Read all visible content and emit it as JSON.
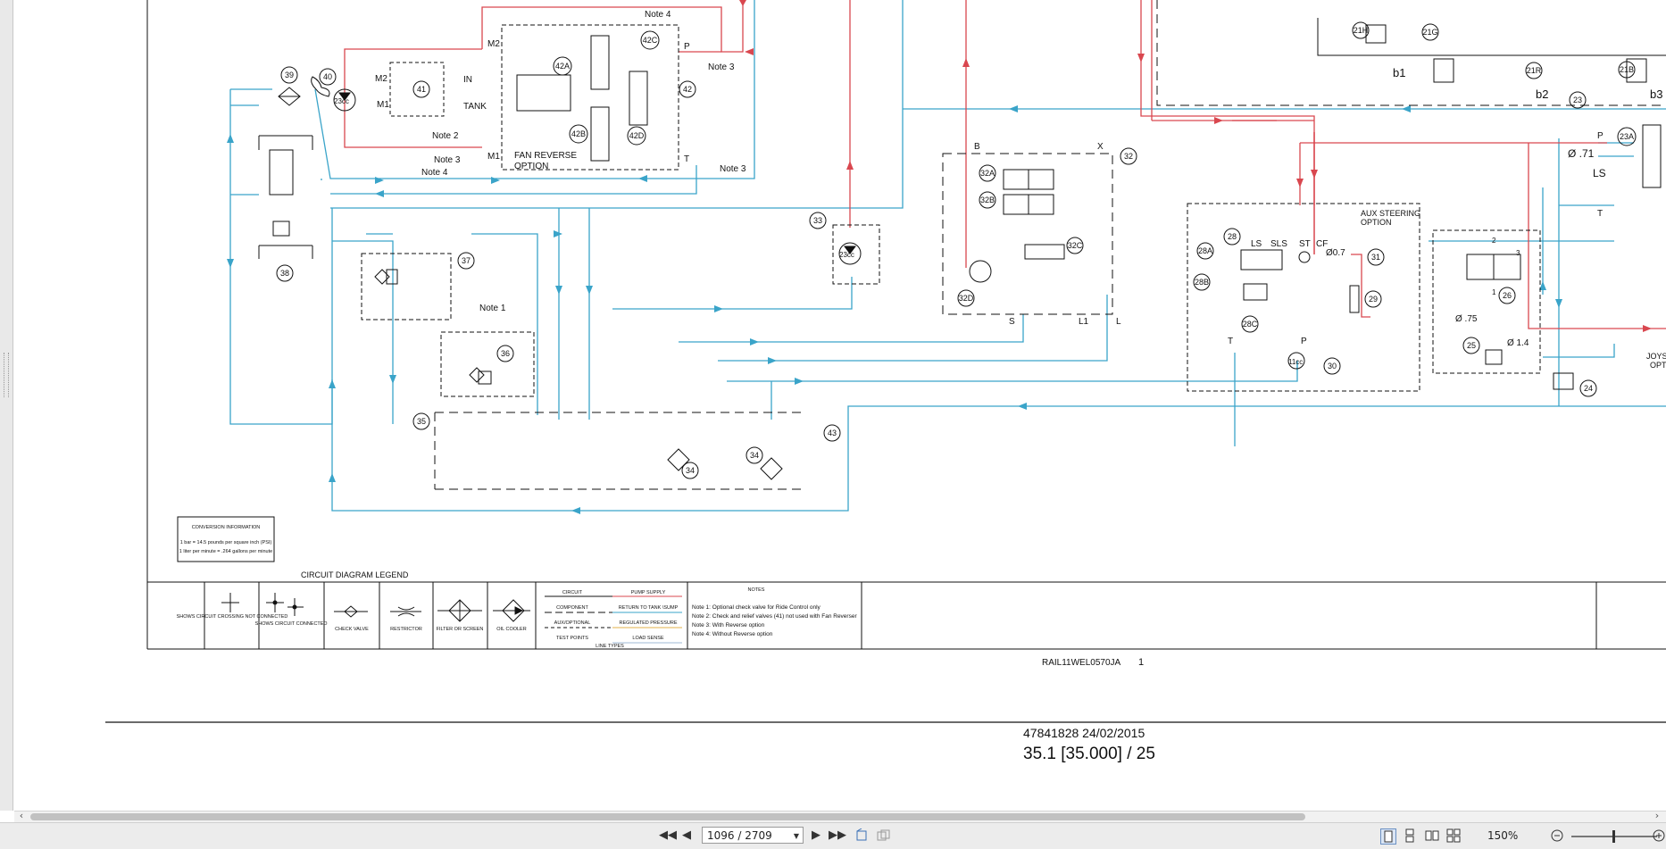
{
  "diagram": {
    "labels": {
      "note4_top": "Note 4",
      "note3_right": "Note 3",
      "note2": "Note 2",
      "note3_low": "Note 3",
      "note4_low": "Note 4",
      "note3_t": "Note 3",
      "note1": "Note 1",
      "m2_top": "M2",
      "m2_left": "M2",
      "m1_left": "M1",
      "m1_bottom": "M1",
      "in": "IN",
      "tank": "TANK",
      "p_port": "P",
      "t_port": "T",
      "fan_reverse_1": "FAN REVERSE",
      "fan_reverse_2": "OPTION",
      "b_port": "B",
      "x_port": "X",
      "s_port": "S",
      "l1_port": "L1",
      "l_port": "L",
      "aux_steering_1": "AUX STEERING",
      "aux_steering_2": "OPTION",
      "ls": "LS",
      "sls": "SLS",
      "st": "ST",
      "cf": "CF",
      "orifice_07": "Ø0.7",
      "p_28": "P",
      "t_28": "T",
      "p_right": "P",
      "ls_right": "LS",
      "t_right": "T",
      "orifice_071": "Ø .71",
      "orifice_075": "Ø .75",
      "orifice_14": "Ø 1.4",
      "b1": "b1",
      "b2": "b2",
      "b3": "b3",
      "joys": "JOYS",
      "opt": "OPT",
      "port2": "2",
      "port3": "3",
      "port1": "1",
      "motor_23cc": "23cc",
      "pump_23cc": "23cc",
      "pump_11cc": "11cc"
    },
    "callouts": [
      "39",
      "40",
      "41",
      "42A",
      "42B",
      "42C",
      "42D",
      "42",
      "37",
      "38",
      "36",
      "35",
      "34",
      "34",
      "43",
      "33",
      "32A",
      "32B",
      "32C",
      "32D",
      "32",
      "28",
      "28A",
      "28B",
      "28C",
      "29",
      "30",
      "31",
      "25",
      "26",
      "24",
      "23",
      "23A",
      "21H",
      "21G",
      "21R",
      "21B"
    ],
    "conversion": {
      "title": "CONVERSION INFORMATION",
      "line1": "1 bar = 14.5 pounds per square inch (PSI)",
      "line2": "1 liter per minute = .264 gallons per minute"
    },
    "legend": {
      "title": "CIRCUIT DIAGRAM LEGEND",
      "symbols": [
        "SHOWS CIRCUIT CROSSING NOT CONNECTED",
        "SHOWS CIRCUIT CONNECTED",
        "CHECK VALVE",
        "RESTRICTOR",
        "FILTER OR SCREEN",
        "OIL COOLER"
      ],
      "line_types": [
        "CIRCUIT",
        "COMPONENT",
        "AUX/OPTIONAL",
        "TEST POINTS"
      ],
      "colors": [
        "PUMP SUPPLY",
        "RETURN TO TANK \\SUMP",
        "REGULATED PRESSURE",
        "LOAD SENSE"
      ],
      "line_types_caption": "LINE TYPES",
      "notes_title": "NOTES",
      "notes": [
        "Note 1: Optional check valve for Ride Control only",
        "Note 2: Check and relief valves (41) not used with Fan Reverser",
        "Note 3: With Reverse option",
        "Note 4: Without Reverse option"
      ]
    },
    "drawing_id": "RAIL11WEL0570JA",
    "sheet": "1",
    "doc_number": "47841828 24/02/2015",
    "page_ref": "35.1 [35.000] / 25"
  },
  "toolbar": {
    "page_value": "1096 / 2709",
    "zoom": "150%"
  },
  "colors": {
    "pump_supply": "#d9474f",
    "return_tank": "#3aa4c9",
    "black": "#111111"
  }
}
